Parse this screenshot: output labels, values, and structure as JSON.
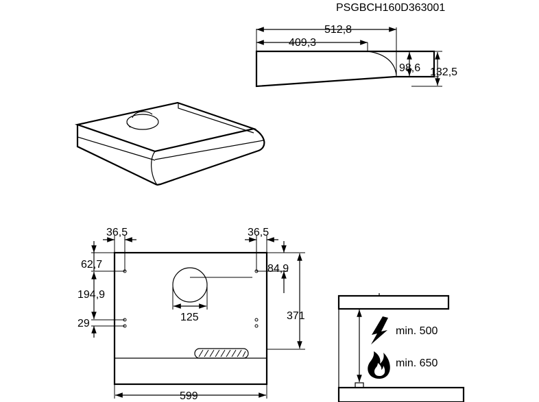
{
  "model_code": "PSGBCH160D363001",
  "side_view": {
    "depth_total": "512,8",
    "depth_partial": "409,3",
    "height_front": "98,6",
    "height_total": "132,5"
  },
  "front_view": {
    "offset_left": "36,5",
    "offset_right": "36,5",
    "top_left_hole": "62,7",
    "top_right_hole": "84,9",
    "hole_spacing": "194,9",
    "lower_spacing": "29",
    "duct_diameter": "125",
    "height": "371",
    "width": "599"
  },
  "installation": {
    "electric_min": "min. 500",
    "gas_min": "min. 650"
  },
  "icons": [
    "lightning-icon",
    "flame-icon"
  ]
}
